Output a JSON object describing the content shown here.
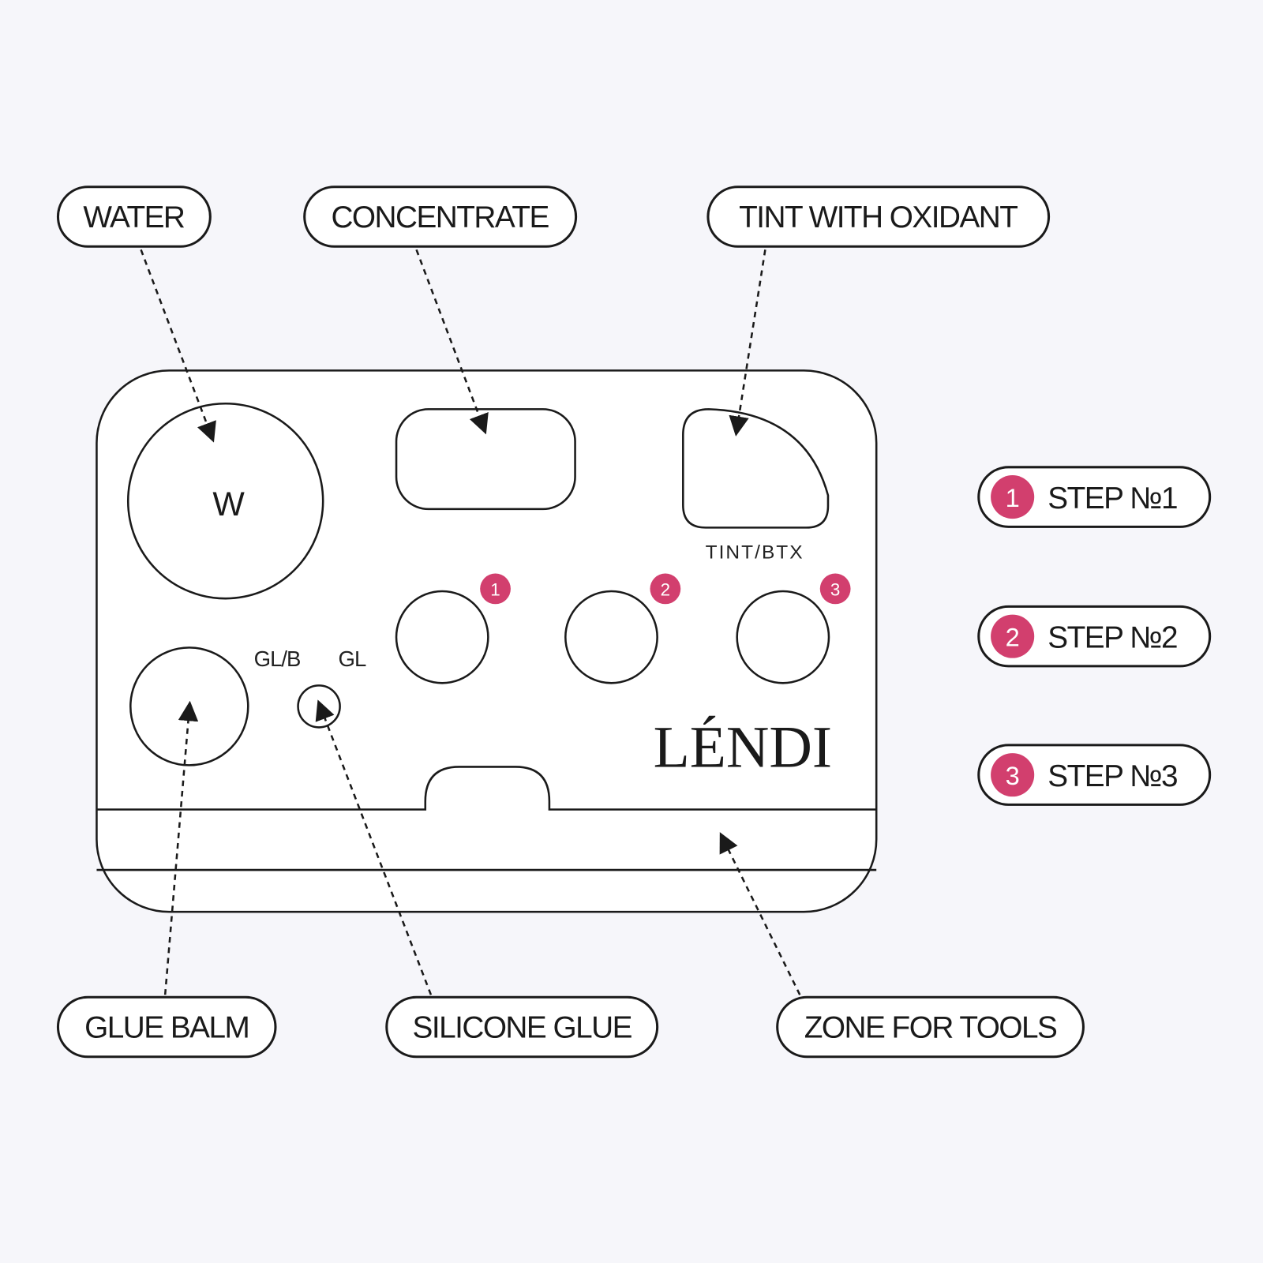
{
  "labels": {
    "water": "WATER",
    "concentrate": "CONCENTRATE",
    "tint_with_oxidant": "TINT WITH OXIDANT",
    "glue_balm": "GLUE BALM",
    "silicone_glue": "SILICONE GLUE",
    "zone_for_tools": "ZONE FOR TOOLS"
  },
  "board": {
    "water_mark": "W",
    "tint_btx": "TINT/BTX",
    "glb": "GL/B",
    "gl": "GL",
    "logo": "LÉNDI",
    "well_badges": [
      "1",
      "2",
      "3"
    ]
  },
  "steps": [
    {
      "number": "1",
      "label": "STEP №1"
    },
    {
      "number": "2",
      "label": "STEP №2"
    },
    {
      "number": "3",
      "label": "STEP №3"
    }
  ],
  "colors": {
    "accent": "#d23f6e",
    "background": "#f6f6fa"
  }
}
